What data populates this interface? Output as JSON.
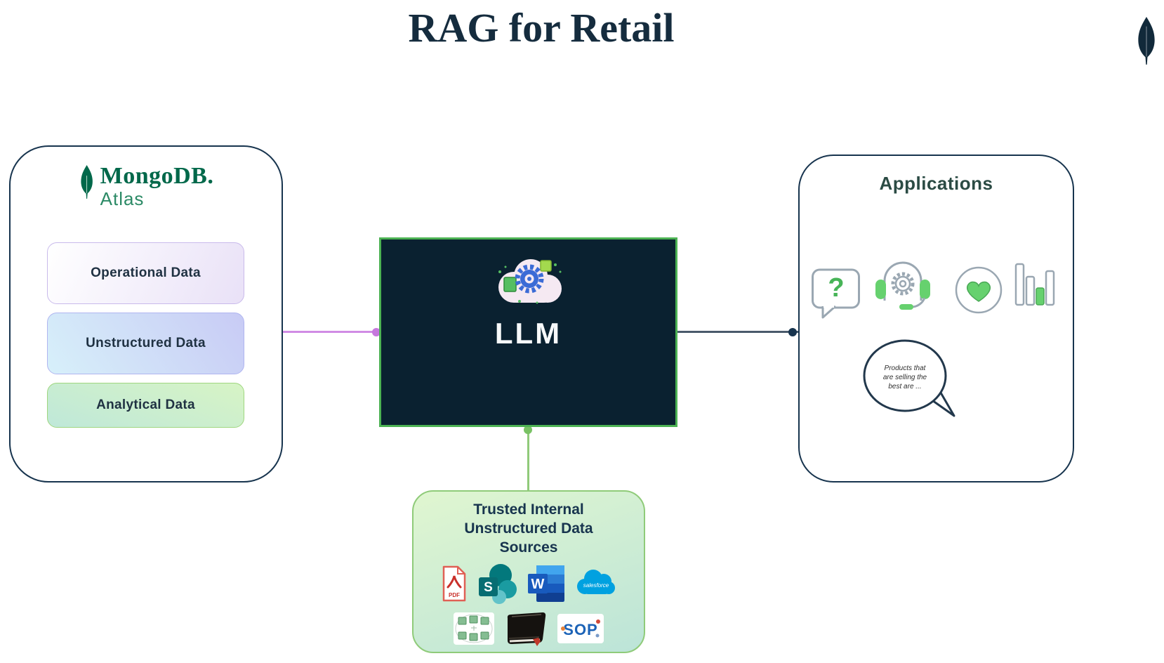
{
  "title": "RAG for Retail",
  "atlas_box": {
    "brand": "MongoDB.",
    "brand_sub": "Atlas",
    "items": [
      {
        "label": "Operational Data"
      },
      {
        "label": "Unstructured Data"
      },
      {
        "label": "Analytical Data"
      }
    ]
  },
  "llm_box": {
    "label": "LLM",
    "icon": "ai-cloud-gear-icon"
  },
  "applications_box": {
    "title": "Applications",
    "qmark": "?",
    "icons": [
      "question-bubble-icon",
      "support-agent-icon",
      "favorite-heart-icon",
      "bar-chart-icon"
    ],
    "speech_bubble": {
      "l1": "Products that",
      "l2": "are selling the",
      "l3": "best are ..."
    }
  },
  "sources_box": {
    "title": {
      "l1": "Trusted Internal",
      "l2": "Unstructured Data",
      "l3": "Sources"
    },
    "icons": [
      "pdf-icon",
      "sharepoint-icon",
      "word-icon",
      "salesforce-icon",
      "sitemap-icon",
      "catalog-book-icon",
      "sop-icon"
    ],
    "pdf_label": "PDF",
    "sharepoint_letter": "S",
    "word_letter": "W",
    "salesforce_label": "salesforce",
    "sop_label": "SOP"
  },
  "colors": {
    "navy": "#17344E",
    "mongodb_green": "#00684A",
    "llm_bg": "#0A2130",
    "llm_border": "#4CB253",
    "connector_purple": "#D08CE4",
    "connector_dark": "#4A5A6B",
    "connector_green": "#90CA7A",
    "icon_green": "#66D16E",
    "icon_gray": "#9AA7B2"
  }
}
